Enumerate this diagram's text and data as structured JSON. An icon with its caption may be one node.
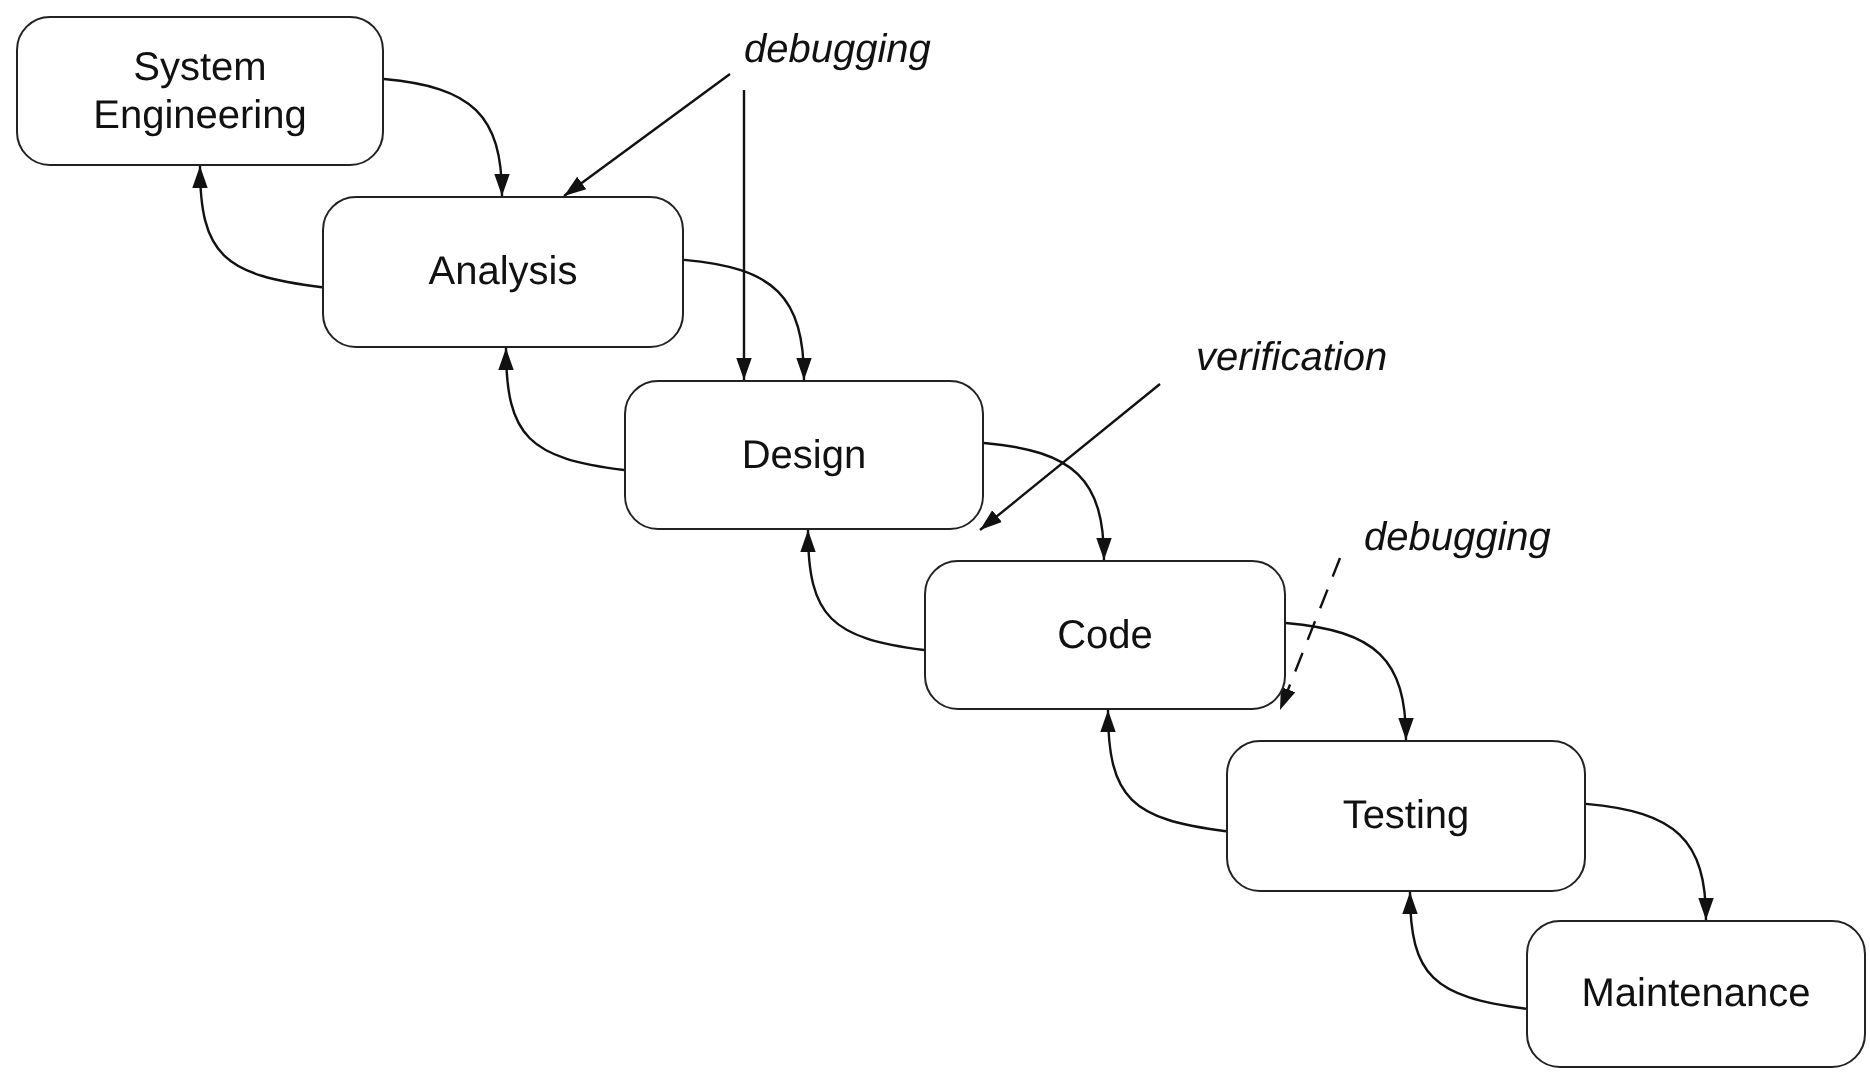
{
  "diagram": {
    "nodes": [
      {
        "text": [
          "System Engineering"
        ]
      },
      {
        "text": [
          "Analysis"
        ]
      },
      {
        "text": [
          "Design"
        ]
      },
      {
        "text": [
          "Code"
        ]
      },
      {
        "text": [
          "Testing"
        ]
      },
      {
        "text": [
          "Maintenance"
        ]
      },
      {
        "text": [
          "debugging"
        ]
      },
      {
        "text": [
          "verification"
        ]
      },
      {
        "text": [
          "debugging"
        ]
      }
    ],
    "edges": [
      {
        "from": 0,
        "to": 1,
        "arrow": "to"
      },
      {
        "from": 1,
        "to": 0,
        "arrow": "to"
      },
      {
        "from": 1,
        "to": 2,
        "arrow": "to"
      },
      {
        "from": 2,
        "to": 1,
        "arrow": "to"
      },
      {
        "from": 2,
        "to": 3,
        "arrow": "to"
      },
      {
        "from": 3,
        "to": 2,
        "arrow": "to"
      },
      {
        "from": 3,
        "to": 4,
        "arrow": "to"
      },
      {
        "from": 4,
        "to": 3,
        "arrow": "to"
      },
      {
        "from": 4,
        "to": 5,
        "arrow": "to"
      },
      {
        "from": 5,
        "to": 4,
        "arrow": "to"
      },
      {
        "from": 6,
        "to": 1,
        "arrow": "to"
      },
      {
        "from": 6,
        "to": 2,
        "arrow": "to"
      },
      {
        "from": 7,
        "to": 2,
        "arrow": "to"
      },
      {
        "from": 8,
        "to": 3,
        "arrow": "to",
        "style": "dashed"
      }
    ]
  }
}
